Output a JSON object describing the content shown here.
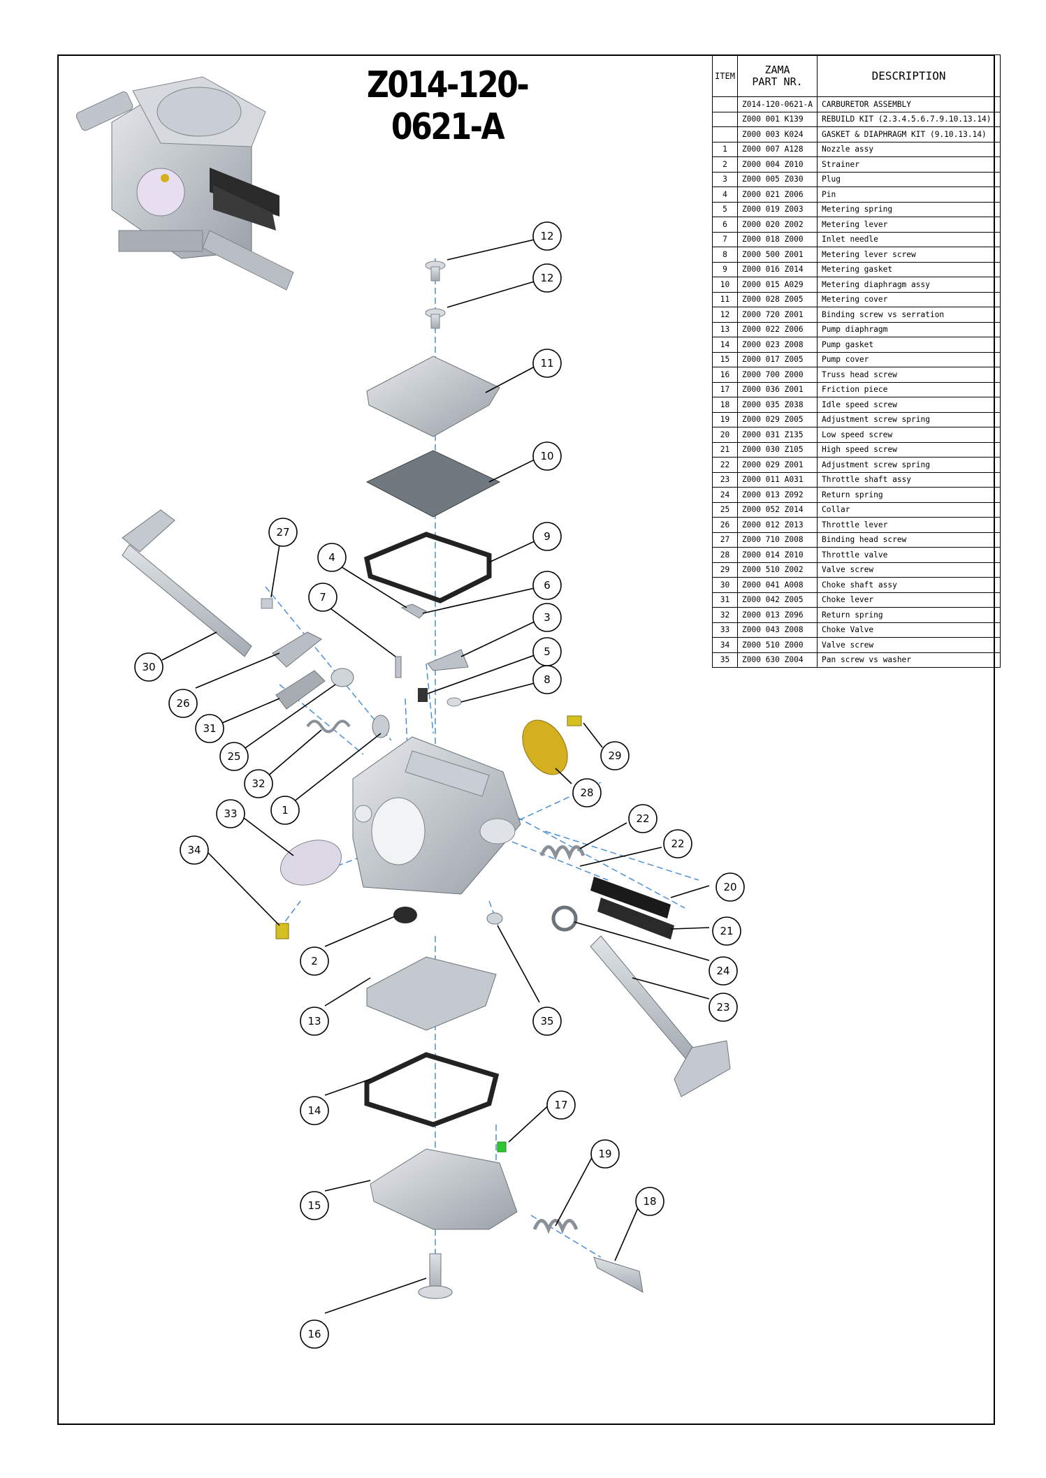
{
  "title": "Z014-120-0621-A",
  "table": {
    "headers": {
      "item": "ITEM",
      "part_line1": "ZAMA",
      "part_line2": "PART NR.",
      "description": "DESCRIPTION"
    },
    "rows": [
      {
        "item": "",
        "part": "Z014-120-0621-A",
        "desc": "CARBURETOR ASSEMBLY"
      },
      {
        "item": "",
        "part": "Z000 001 K139",
        "desc": "REBUILD KIT (2.3.4.5.6.7.9.10.13.14)"
      },
      {
        "item": "",
        "part": "Z000 003 K024",
        "desc": "GASKET & DIAPHRAGM KIT (9.10.13.14)"
      },
      {
        "item": "1",
        "part": "Z000 007 A128",
        "desc": "Nozzle assy"
      },
      {
        "item": "2",
        "part": "Z000 004 Z010",
        "desc": "Strainer"
      },
      {
        "item": "3",
        "part": "Z000 005 Z030",
        "desc": "Plug"
      },
      {
        "item": "4",
        "part": "Z000 021 Z006",
        "desc": "Pin"
      },
      {
        "item": "5",
        "part": "Z000 019 Z003",
        "desc": "Metering spring"
      },
      {
        "item": "6",
        "part": "Z000 020 Z002",
        "desc": "Metering lever"
      },
      {
        "item": "7",
        "part": "Z000 018 Z000",
        "desc": "Inlet needle"
      },
      {
        "item": "8",
        "part": "Z000 500 Z001",
        "desc": "Metering lever screw"
      },
      {
        "item": "9",
        "part": "Z000 016 Z014",
        "desc": "Metering gasket"
      },
      {
        "item": "10",
        "part": "Z000 015 A029",
        "desc": "Metering diaphragm assy"
      },
      {
        "item": "11",
        "part": "Z000 028 Z005",
        "desc": "Metering cover"
      },
      {
        "item": "12",
        "part": "Z000 720 Z001",
        "desc": "Binding screw vs serration"
      },
      {
        "item": "13",
        "part": "Z000 022 Z006",
        "desc": "Pump diaphragm"
      },
      {
        "item": "14",
        "part": "Z000 023 Z008",
        "desc": "Pump gasket"
      },
      {
        "item": "15",
        "part": "Z000 017 Z005",
        "desc": "Pump cover"
      },
      {
        "item": "16",
        "part": "Z000 700 Z000",
        "desc": "Truss head screw"
      },
      {
        "item": "17",
        "part": "Z000 036 Z001",
        "desc": "Friction piece"
      },
      {
        "item": "18",
        "part": "Z000 035 Z038",
        "desc": "Idle speed screw"
      },
      {
        "item": "19",
        "part": "Z000 029 Z005",
        "desc": "Adjustment screw spring"
      },
      {
        "item": "20",
        "part": "Z000 031 Z135",
        "desc": "Low speed screw"
      },
      {
        "item": "21",
        "part": "Z000 030 Z105",
        "desc": "High speed screw"
      },
      {
        "item": "22",
        "part": "Z000 029 Z001",
        "desc": "Adjustment screw spring"
      },
      {
        "item": "23",
        "part": "Z000 011 A031",
        "desc": "Throttle shaft assy"
      },
      {
        "item": "24",
        "part": "Z000 013 Z092",
        "desc": "Return spring"
      },
      {
        "item": "25",
        "part": "Z000 052 Z014",
        "desc": "Collar"
      },
      {
        "item": "26",
        "part": "Z000 012 Z013",
        "desc": "Throttle lever"
      },
      {
        "item": "27",
        "part": "Z000 710 Z008",
        "desc": "Binding head screw"
      },
      {
        "item": "28",
        "part": "Z000 014 Z010",
        "desc": "Throttle valve"
      },
      {
        "item": "29",
        "part": "Z000 510 Z002",
        "desc": "Valve screw"
      },
      {
        "item": "30",
        "part": "Z000 041 A008",
        "desc": "Choke shaft assy"
      },
      {
        "item": "31",
        "part": "Z000 042 Z005",
        "desc": "Choke lever"
      },
      {
        "item": "32",
        "part": "Z000 013 Z096",
        "desc": "Return spring"
      },
      {
        "item": "33",
        "part": "Z000 043 Z008",
        "desc": "Choke Valve"
      },
      {
        "item": "34",
        "part": "Z000 510 Z000",
        "desc": "Valve screw"
      },
      {
        "item": "35",
        "part": "Z000 630 Z004",
        "desc": "Pan screw vs washer"
      }
    ]
  },
  "callouts": [
    "12",
    "12",
    "11",
    "10",
    "9",
    "6",
    "3",
    "5",
    "8",
    "29",
    "28",
    "22",
    "22",
    "20",
    "21",
    "24",
    "23",
    "35",
    "17",
    "19",
    "18",
    "27",
    "4",
    "7",
    "30",
    "26",
    "31",
    "25",
    "32",
    "1",
    "33",
    "34",
    "2",
    "13",
    "14",
    "15",
    "16"
  ],
  "colors": {
    "line": "#000000",
    "leader_dash": "#4a90d9",
    "part_gray": "#c8cdd3",
    "part_dark": "#8a9098",
    "brass": "#d4b020",
    "green": "#2ec82e",
    "black_part": "#1a1a1a"
  }
}
